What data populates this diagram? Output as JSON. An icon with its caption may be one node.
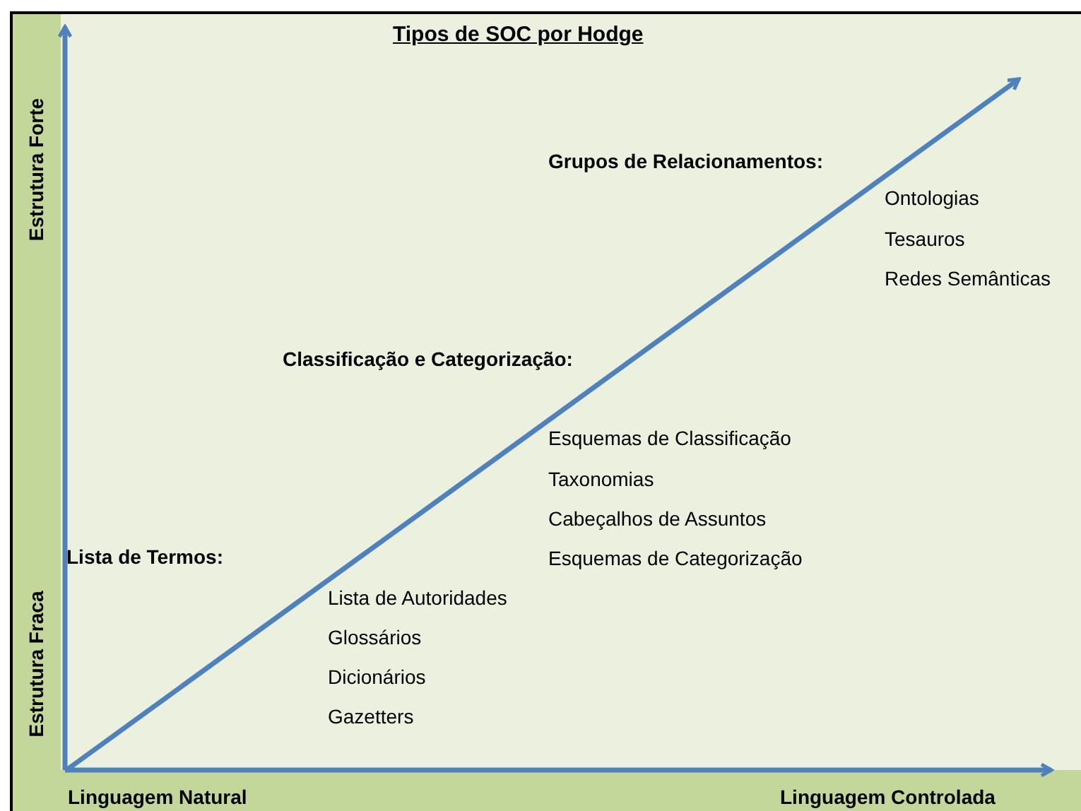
{
  "diagram": {
    "title": "Tipos de SOC por Hodge",
    "labels": [
      "Estrutura Forte",
      "Grupos de Relacionamentos:",
      "Ontologias",
      "Tesauros",
      "Redes Semânticas",
      "Classificação e Categorização:",
      "Esquemas de Classificação",
      "Taxonomias",
      "Cabeçalhos de Assuntos",
      "Esquemas de Categorização",
      "Lista de Termos:",
      "Lista de Autoridades",
      "Glossários",
      "Dicionários",
      "Gazetters",
      "Estrutura Fraca",
      "Linguagem Natural",
      "Linguagem Controlada"
    ]
  }
}
